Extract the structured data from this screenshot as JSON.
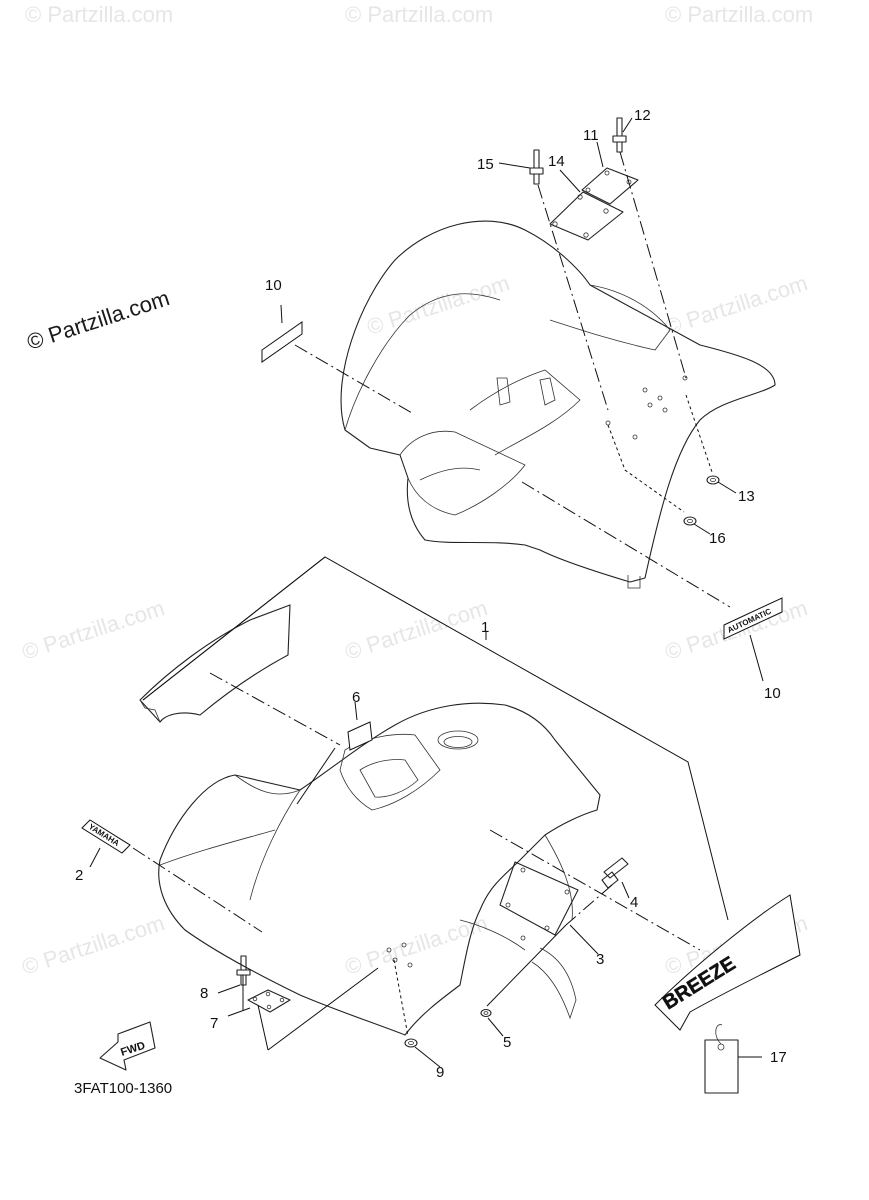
{
  "watermark": {
    "main": "© Partzilla.com",
    "faint": "© Partzilla.com"
  },
  "diagram_code": "3FAT100-1360",
  "fwd_label": "FWD",
  "decals": {
    "yamaha": "YAMAHA",
    "automatic": "AUTOMATIC",
    "breeze": "BREEZE"
  },
  "callouts": [
    "1",
    "2",
    "3",
    "4",
    "5",
    "6",
    "7",
    "8",
    "9",
    "10",
    "10",
    "11",
    "12",
    "13",
    "14",
    "15",
    "16",
    "17"
  ]
}
